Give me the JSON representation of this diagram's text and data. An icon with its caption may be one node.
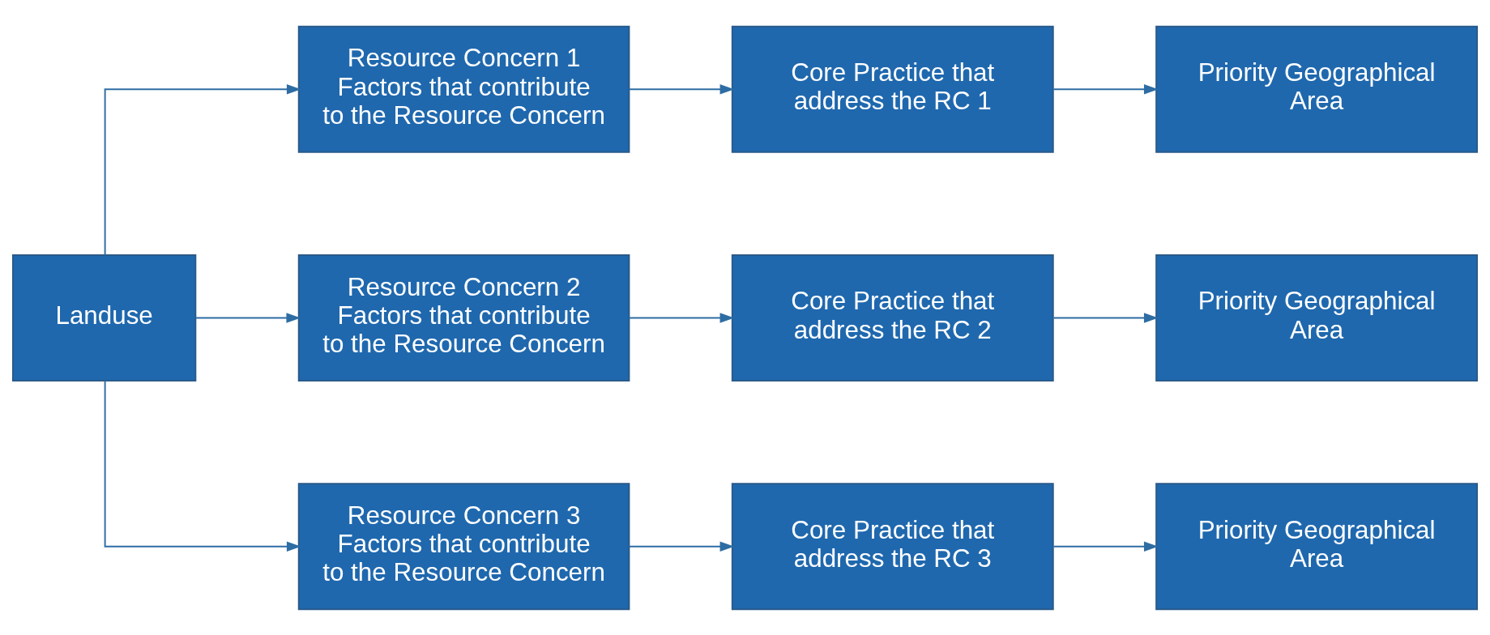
{
  "diagram": {
    "nodes": [
      {
        "text": [
          "Landuse"
        ]
      },
      {
        "text": [
          "Resource Concern 1",
          "Factors that contribute to the Resource Concern"
        ]
      },
      {
        "text": [
          "Core Practice that address the RC 1"
        ]
      },
      {
        "text": [
          "Priority Geographical Area"
        ]
      },
      {
        "text": [
          "Resource Concern 2",
          "Factors that contribute to the Resource Concern"
        ]
      },
      {
        "text": [
          "Core Practice that address the RC 2"
        ]
      },
      {
        "text": [
          "Priority Geographical Area"
        ]
      },
      {
        "text": [
          "Resource Concern 3",
          "Factors that contribute to the Resource Concern"
        ]
      },
      {
        "text": [
          "Core Practice that address the RC 3"
        ]
      },
      {
        "text": [
          "Priority Geographical Area"
        ]
      }
    ],
    "edges": [
      {
        "from": 0,
        "to": 1,
        "arrow": "to"
      },
      {
        "from": 0,
        "to": 4,
        "arrow": "to"
      },
      {
        "from": 0,
        "to": 7,
        "arrow": "to"
      },
      {
        "from": 1,
        "to": 2,
        "arrow": "to"
      },
      {
        "from": 2,
        "to": 3,
        "arrow": "to"
      },
      {
        "from": 4,
        "to": 5,
        "arrow": "to"
      },
      {
        "from": 5,
        "to": 6,
        "arrow": "to"
      },
      {
        "from": 7,
        "to": 8,
        "arrow": "to"
      },
      {
        "from": 8,
        "to": 9,
        "arrow": "to"
      }
    ]
  }
}
